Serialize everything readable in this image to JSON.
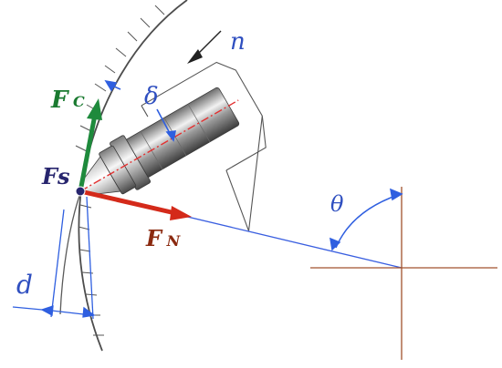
{
  "labels": {
    "n": "n",
    "delta": "δ",
    "fc_main": "F",
    "fc_sub": "C",
    "fs": "Fs",
    "fn_main": "F",
    "fn_sub": "N",
    "theta": "θ",
    "d": "d"
  },
  "colors": {
    "fc_arrow": "#1e8a3c",
    "fc_label": "#1a7a30",
    "fn_arrow": "#d42a1a",
    "fn_label": "#8b2a10",
    "fs_label": "#27256e",
    "dimension": "#2f5fe0",
    "crosshair": "#a0522d",
    "outline": "#444444"
  }
}
